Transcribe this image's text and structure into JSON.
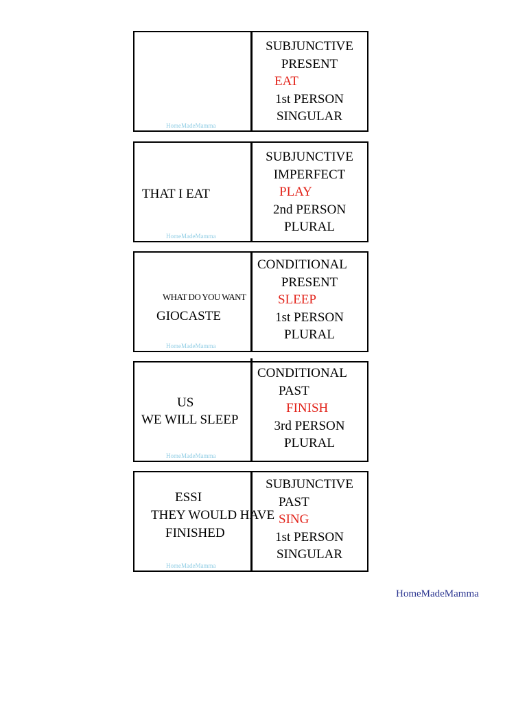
{
  "watermark": "HomeMadeMamma",
  "footer_text": "HomeMadeMamma",
  "cards": [
    {
      "left_lines": [],
      "right": {
        "mood": "SUBJUNCTIVE",
        "tense": "PRESENT",
        "verb": "EAT",
        "person": "1st PERSON",
        "number": "SINGULAR"
      }
    },
    {
      "left_lines": [
        "THAT I EAT"
      ],
      "right": {
        "mood": "SUBJUNCTIVE",
        "tense": "IMPERFECT",
        "verb": "PLAY",
        "person": "2nd PERSON",
        "number": "PLURAL"
      }
    },
    {
      "left_lines": [
        "WHAT DO YOU WANT",
        "GIOCASTE"
      ],
      "right": {
        "mood": "CONDITIONAL",
        "tense": "PRESENT",
        "verb": "SLEEP",
        "person": "1st PERSON",
        "number": "PLURAL"
      }
    },
    {
      "left_lines": [
        "US",
        "WE WILL SLEEP"
      ],
      "right": {
        "mood": "CONDITIONAL",
        "tense": "PAST",
        "verb": "FINISH",
        "person": "3rd PERSON",
        "number": "PLURAL"
      }
    },
    {
      "left_lines": [
        "ESSI",
        "THEY WOULD HAVE",
        "FINISHED"
      ],
      "right": {
        "mood": "SUBJUNCTIVE",
        "tense": "PAST",
        "verb": "SING",
        "person": "1st PERSON",
        "number": "SINGULAR"
      }
    }
  ]
}
